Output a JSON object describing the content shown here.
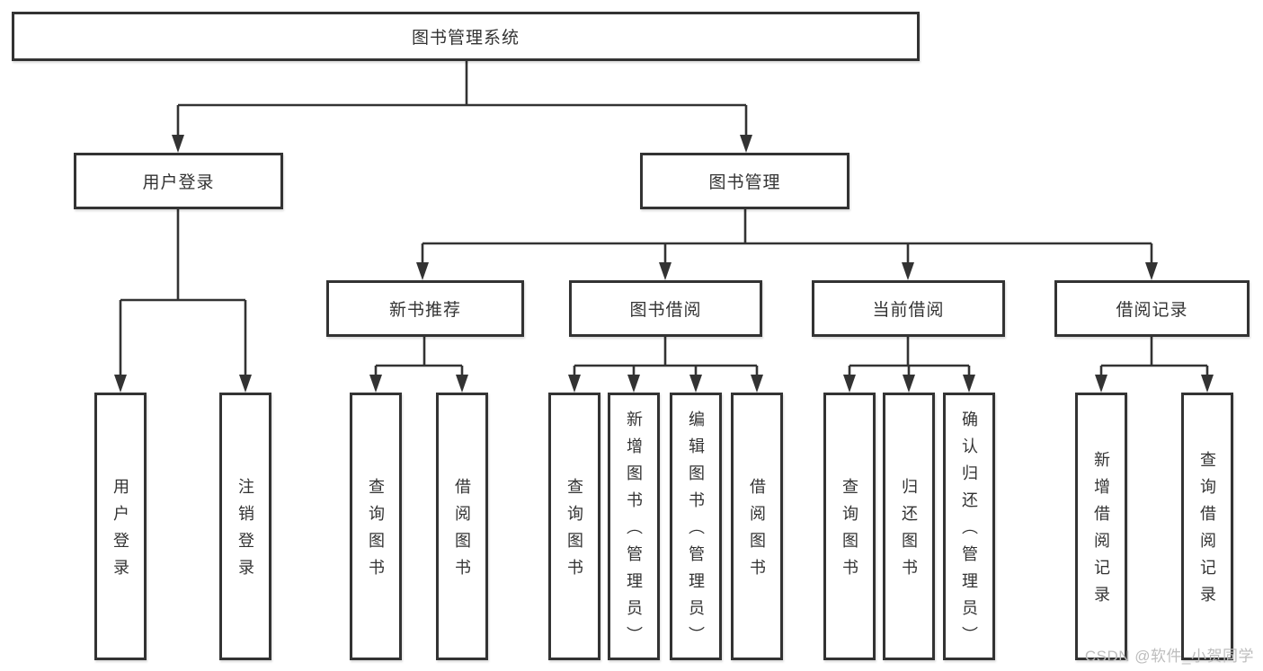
{
  "root": {
    "label": "图书管理系统"
  },
  "level2": {
    "user_login": {
      "label": "用户登录"
    },
    "book_mgmt": {
      "label": "图书管理"
    }
  },
  "level3": {
    "new_book": {
      "label": "新书推荐"
    },
    "borrow": {
      "label": "图书借阅"
    },
    "current": {
      "label": "当前借阅"
    },
    "records": {
      "label": "借阅记录"
    }
  },
  "leaves": {
    "user_login": [
      {
        "label": "用户登录"
      },
      {
        "label": "注销登录"
      }
    ],
    "new_book": [
      {
        "label": "查询图书"
      },
      {
        "label": "借阅图书"
      }
    ],
    "borrow": [
      {
        "label": "查询图书"
      },
      {
        "label": "新增图书（管理员）"
      },
      {
        "label": "编辑图书（管理员）"
      },
      {
        "label": "借阅图书"
      }
    ],
    "current": [
      {
        "label": "查询图书"
      },
      {
        "label": "归还图书"
      },
      {
        "label": "确认归还（管理员）"
      }
    ],
    "records": [
      {
        "label": "新增借阅记录"
      },
      {
        "label": "查询借阅记录"
      }
    ]
  },
  "watermark": {
    "text": "CSDN @软件_小贺同学"
  },
  "colors": {
    "line": "#333333",
    "text": "#333333",
    "background": "#ffffff",
    "watermark": "#bdbdbd"
  }
}
